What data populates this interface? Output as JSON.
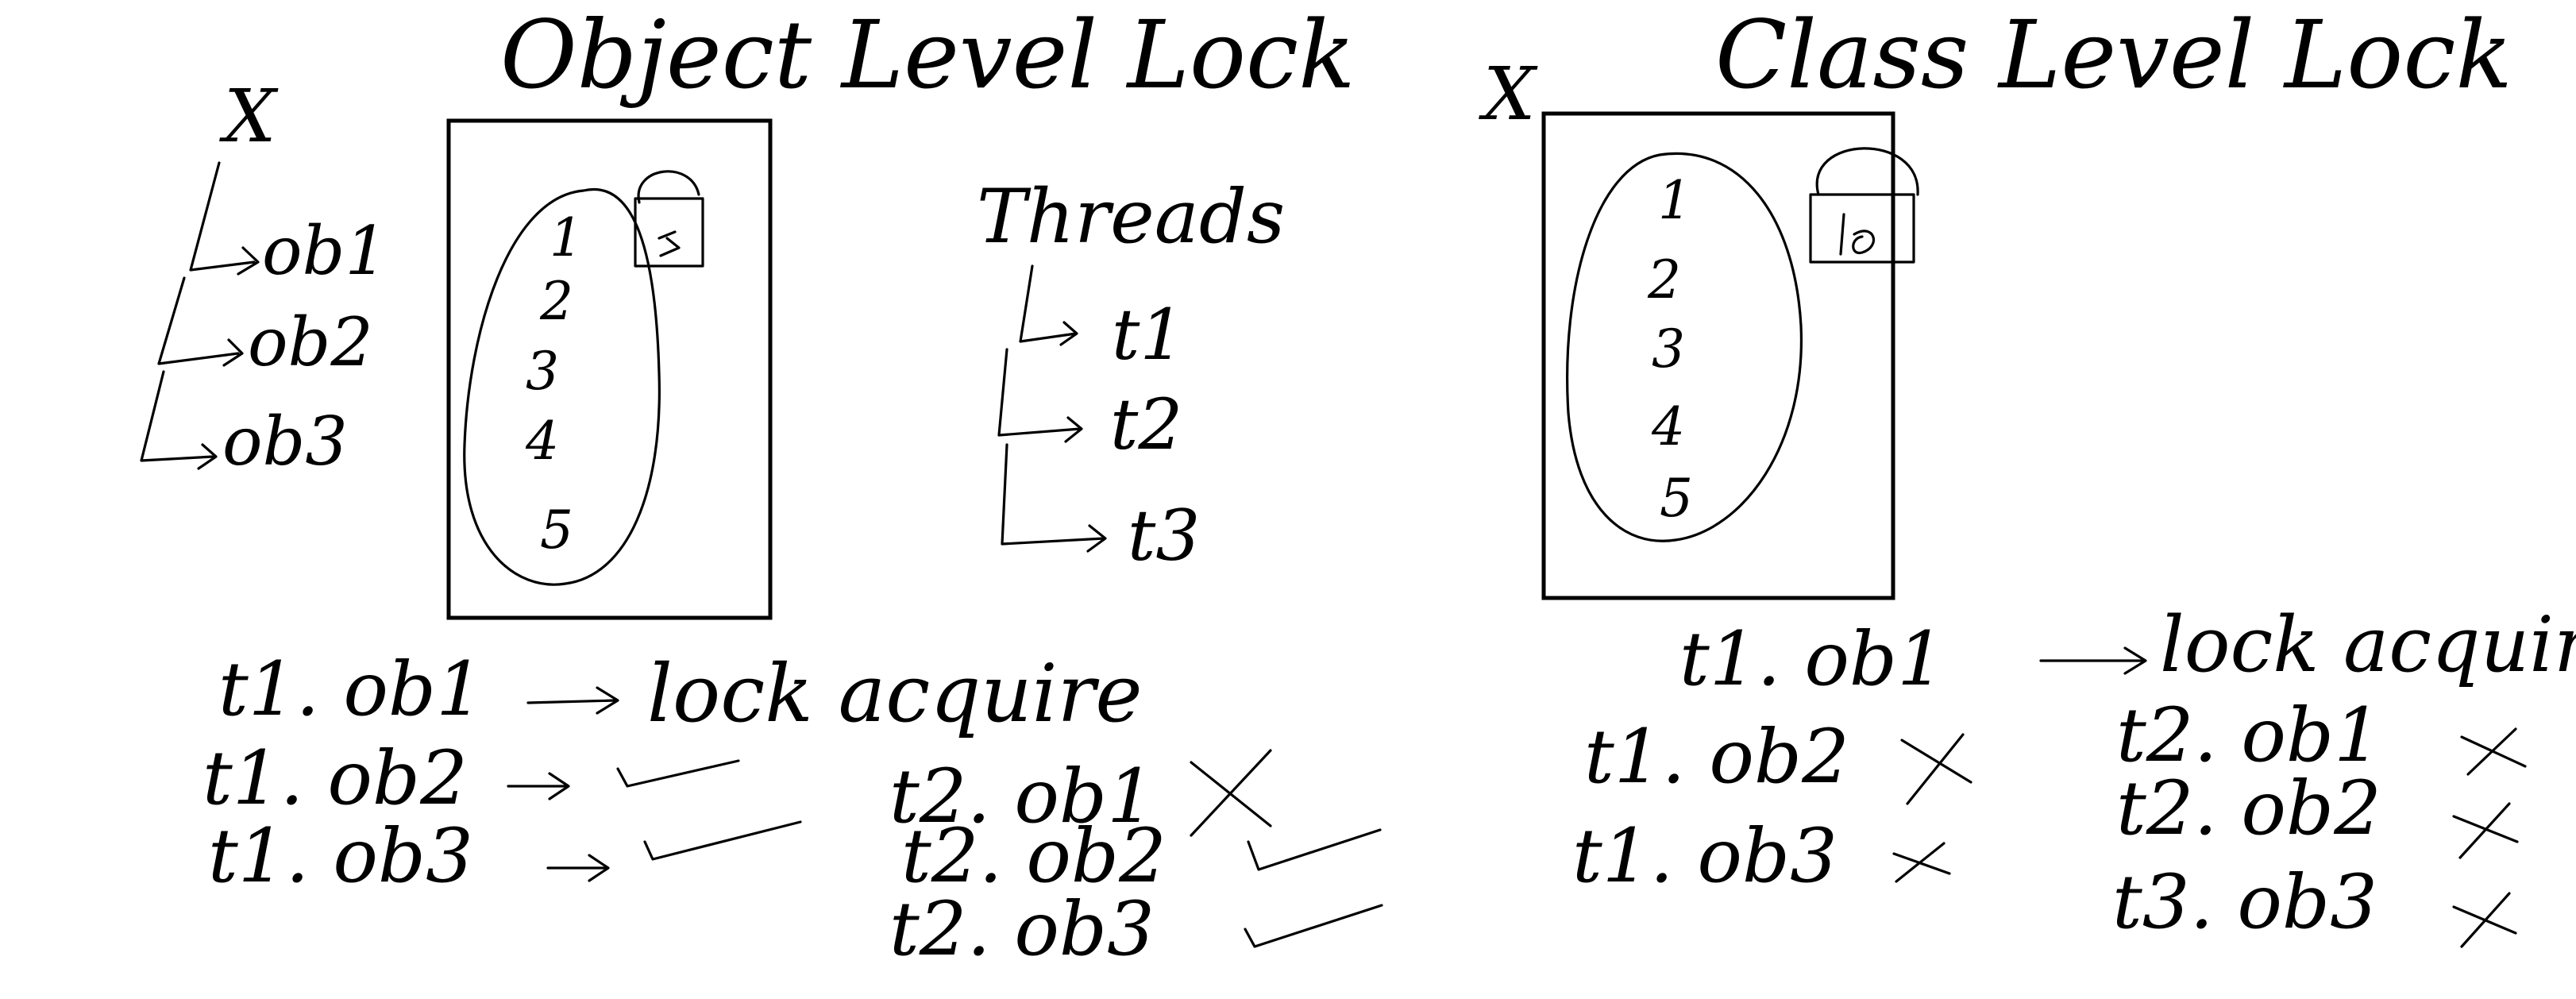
{
  "left_panel": {
    "title": "Object Level Lock",
    "class_name": "X",
    "objects": [
      "ob1",
      "ob2",
      "ob3"
    ],
    "methods": [
      "1",
      "2",
      "3",
      "4",
      "5"
    ],
    "threads_label": "Threads",
    "threads": [
      "t1",
      "t2",
      "t3"
    ],
    "calls_t1": [
      "t1. ob1",
      "t1. ob2",
      "t1. ob3"
    ],
    "call_t1_result": "lock acquire",
    "calls_t2": [
      "t2. ob1",
      "t2. ob2",
      "t2. ob3"
    ]
  },
  "right_panel": {
    "title": "Class Level Lock",
    "class_name": "X",
    "methods": [
      "1",
      "2",
      "3",
      "4",
      "5"
    ],
    "calls_t1": [
      "t1. ob1",
      "t1. ob2",
      "t1. ob3"
    ],
    "call_t1_result": "lock acquire",
    "calls_other": [
      "t2. ob1",
      "t2. ob2",
      "t3. ob3"
    ]
  },
  "colors": {
    "ink": "#000000",
    "paper": "#ffffff"
  }
}
